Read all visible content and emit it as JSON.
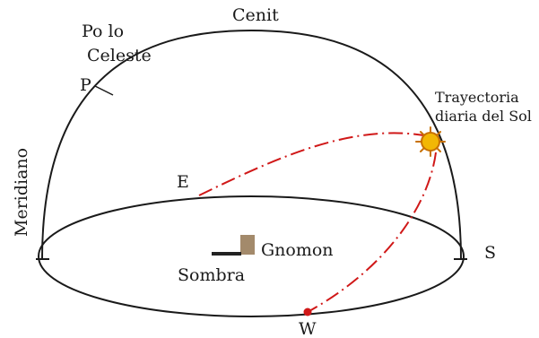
{
  "labels": {
    "zenith": "Cenit",
    "celestial_pole_line1": "Po lo",
    "celestial_pole_line2": "Celeste",
    "pole_marker": "P",
    "sun_path_line1": "Trayectoria",
    "sun_path_line2": "diaria del Sol",
    "meridian": "Meridiano",
    "east": "E",
    "south": "S",
    "west": "W",
    "gnomon": "Gnomon",
    "shadow": "Sombra"
  },
  "colors": {
    "outline": "#1a1a1a",
    "sun_path": "#d01818",
    "sun_fill": "#f2b705",
    "sun_rays": "#c87000",
    "gnomon": "#a38a6b",
    "shadow": "#222222"
  },
  "icons": {
    "sun": "sun-icon",
    "gnomon": "gnomon-icon"
  }
}
